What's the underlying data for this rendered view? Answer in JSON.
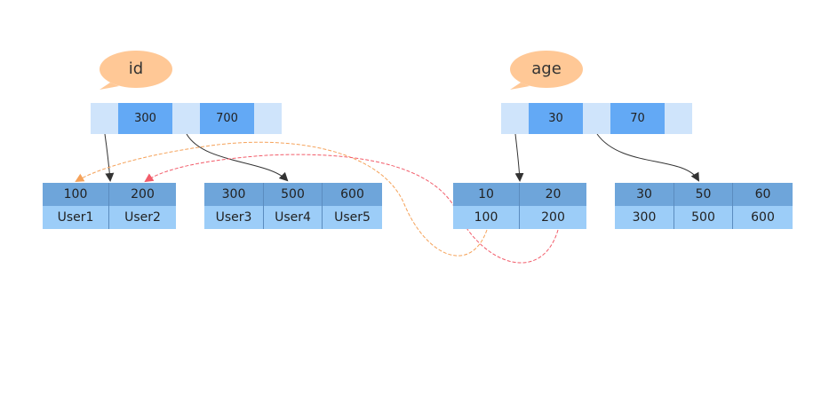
{
  "indexes": {
    "id": {
      "label": "id",
      "keys": [
        "300",
        "700"
      ],
      "leaves": [
        {
          "keys": [
            "100",
            "200"
          ],
          "values": [
            "User1",
            "User2"
          ]
        },
        {
          "keys": [
            "300",
            "500",
            "600"
          ],
          "values": [
            "User3",
            "User4",
            "User5"
          ]
        }
      ]
    },
    "age": {
      "label": "age",
      "keys": [
        "30",
        "70"
      ],
      "leaves": [
        {
          "keys": [
            "10",
            "20"
          ],
          "values": [
            "100",
            "200"
          ]
        },
        {
          "keys": [
            "30",
            "50",
            "60"
          ],
          "values": [
            "300",
            "500",
            "600"
          ]
        }
      ]
    }
  },
  "colors": {
    "bubble": "#ffc896",
    "node_bg": "#cfe4fb",
    "node_key": "#63a9f5",
    "leaf_top": "#6ea5da",
    "leaf_bottom": "#9ccdf8",
    "pointer": "#333333",
    "lookup_orange": "#f5a25a",
    "lookup_red": "#f25c6a"
  }
}
